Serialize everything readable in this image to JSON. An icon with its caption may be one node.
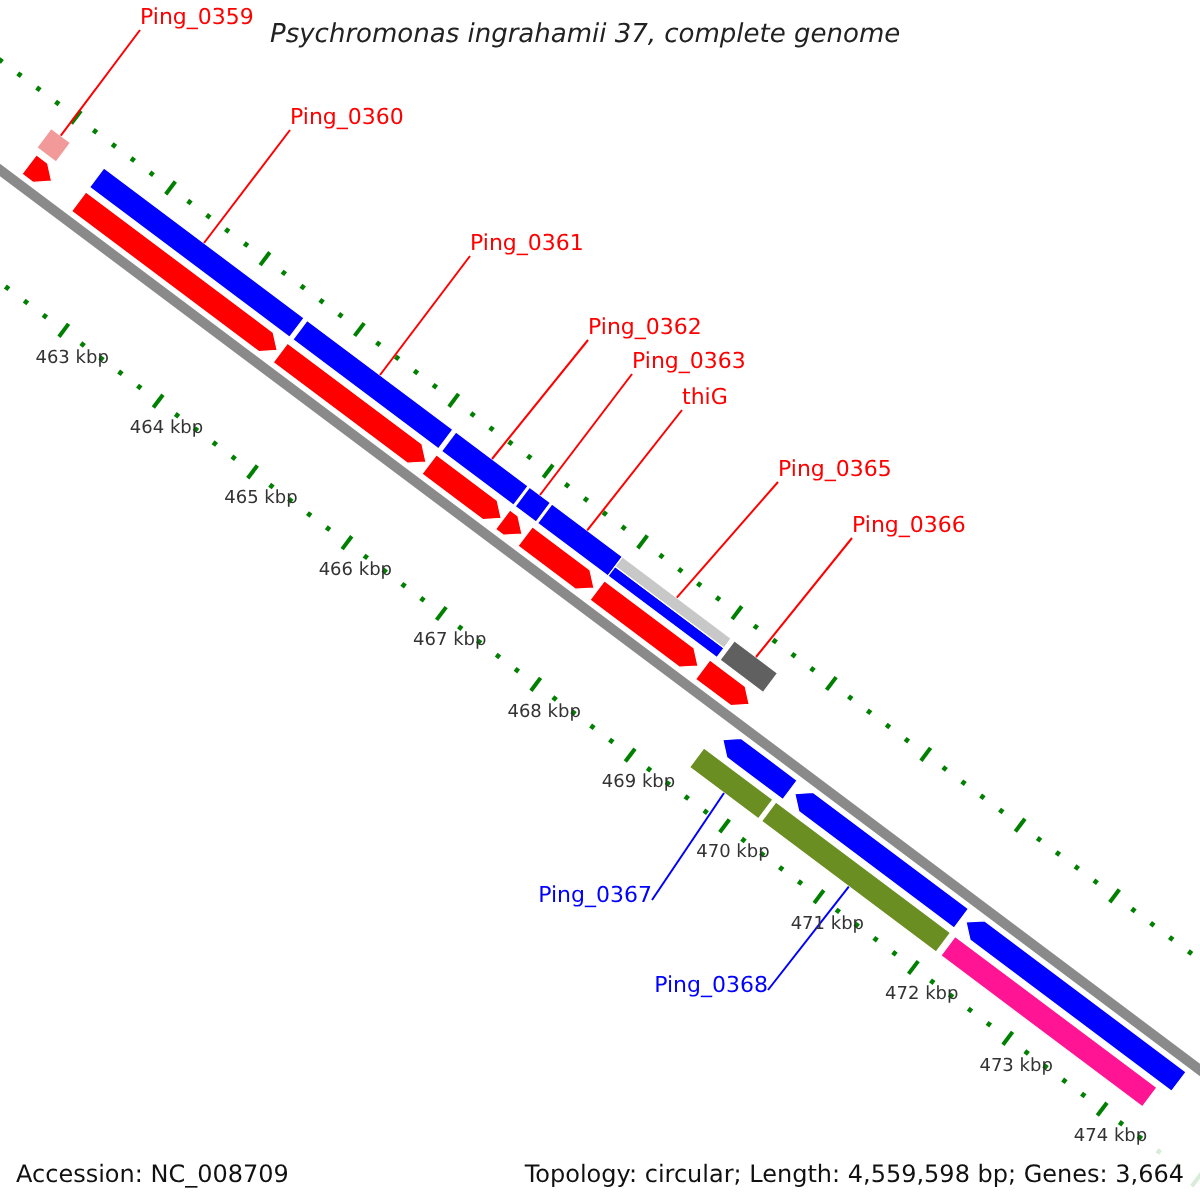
{
  "diagram": {
    "title": "Psychromonas ingrahamii 37, complete genome",
    "nodes": [
      {
        "text": [
          "Ping_0359"
        ]
      },
      {
        "text": [
          "Ping_0360"
        ]
      },
      {
        "text": [
          "Ping_0361"
        ]
      },
      {
        "text": [
          "Ping_0362"
        ]
      },
      {
        "text": [
          "Ping_0363"
        ]
      },
      {
        "text": [
          "thiG"
        ]
      },
      {
        "text": [
          "Ping_0365"
        ]
      },
      {
        "text": [
          "Ping_0366"
        ]
      },
      {
        "text": [
          "Ping_0367"
        ]
      },
      {
        "text": [
          "Ping_0368"
        ]
      },
      {
        "text": [],
        "shape": "bar"
      },
      {
        "text": [],
        "shape": "bar"
      },
      {
        "text": [],
        "shape": "bar"
      },
      {
        "text": [],
        "shape": "bar"
      },
      {
        "text": [],
        "shape": "bar"
      },
      {
        "text": [],
        "shape": "bar"
      },
      {
        "text": [],
        "shape": "bar"
      },
      {
        "text": [],
        "shape": "bar"
      },
      {
        "text": [],
        "shape": "bar"
      },
      {
        "text": [],
        "shape": "bar"
      },
      {
        "text": [],
        "shape": "bar"
      },
      {
        "text": [],
        "shape": "bar"
      },
      {
        "text": [],
        "shape": "bar"
      },
      {
        "text": [],
        "shape": "bar"
      },
      {
        "text": [],
        "shape": "bar"
      },
      {
        "text": [],
        "shape": "bar"
      },
      {
        "text": [],
        "shape": "bar"
      },
      {
        "text": [],
        "shape": "bar"
      },
      {
        "text": [],
        "shape": "bar"
      },
      {
        "text": [],
        "shape": "bar"
      },
      {
        "text": [],
        "shape": "bar"
      },
      {
        "text": [],
        "shape": "bar"
      },
      {
        "text": [],
        "shape": "bar"
      }
    ],
    "edges": [
      {
        "from": 0,
        "to": 10,
        "arrow": "none"
      },
      {
        "from": 1,
        "to": 11,
        "arrow": "none"
      },
      {
        "from": 2,
        "to": 12,
        "arrow": "none"
      },
      {
        "from": 3,
        "to": 13,
        "arrow": "none"
      },
      {
        "from": 4,
        "to": 14,
        "arrow": "none"
      },
      {
        "from": 5,
        "to": 15,
        "arrow": "none"
      },
      {
        "from": 6,
        "to": 17,
        "arrow": "none"
      },
      {
        "from": 7,
        "to": 18,
        "arrow": "none"
      },
      {
        "from": 8,
        "to": 30,
        "arrow": "none",
        "color": "#0000ff"
      },
      {
        "from": 9,
        "to": 31,
        "arrow": "none",
        "color": "#0000ff"
      }
    ],
    "labels": [
      "463 kbp",
      "464 kbp",
      "465 kbp",
      "466 kbp",
      "467 kbp",
      "468 kbp",
      "469 kbp",
      "470 kbp",
      "471 kbp",
      "472 kbp",
      "473 kbp",
      "474 kbp",
      "Accession: NC_008709",
      "Topology: circular; Length: 4,559,598 bp; Genes: 3,664"
    ]
  }
}
